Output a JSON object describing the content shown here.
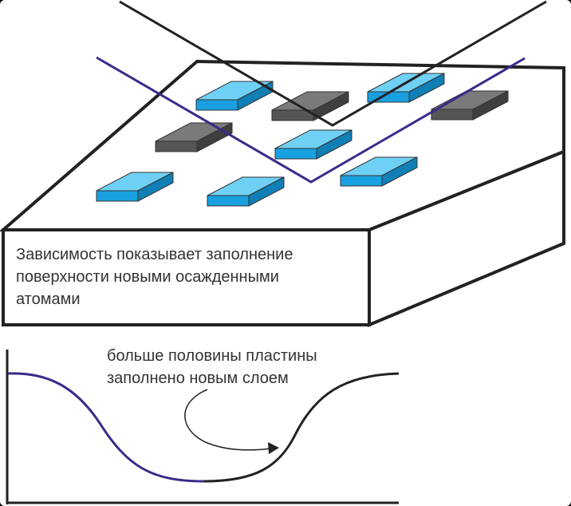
{
  "slab": {
    "caption_lines": [
      "Зависимость показывает заполнение",
      "поверхности новыми осажденными",
      "атомами"
    ]
  },
  "graph": {
    "annotation_lines": [
      "больше половины пластины",
      "заполнено новым слоем"
    ]
  },
  "colors": {
    "outline": "#222222",
    "blue_block": "#19a0e0",
    "gray_block": "#555555",
    "purple_curve": "#3b2a8a"
  }
}
